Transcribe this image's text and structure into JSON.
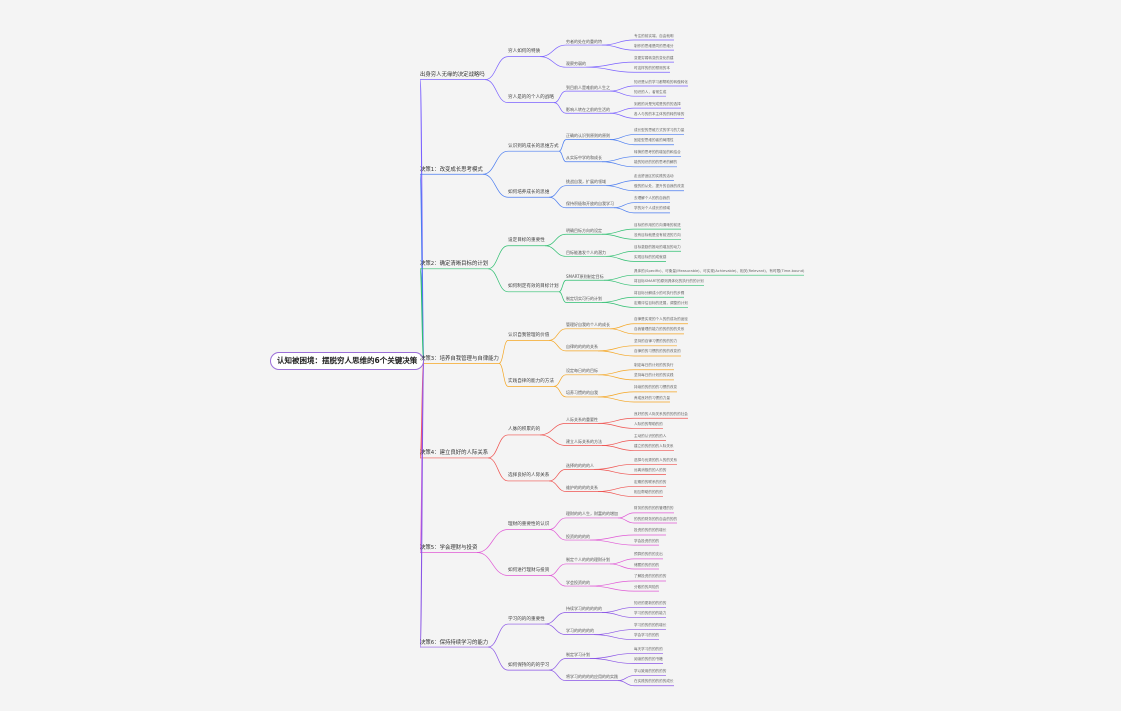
{
  "colors": {
    "root": "#9b6fd8",
    "b1": "#7b61ff",
    "b2": "#4a7cf0",
    "b3": "#2fbf71",
    "b4": "#f5a623",
    "b5": "#ef5350",
    "b6": "#e05ad6",
    "b7": "#8a55e6"
  },
  "root": "认知被困境：摆脱穷人思维的6个关键决策",
  "branches": [
    {
      "label": "出身穷人无缘的决定战略吗",
      "children": [
        {
          "label": "穷人如何的特质",
          "children": [
            {
              "label": "穷者的处在的重的特",
              "children": [
                {
                  "label": "专注的前实端，自由就明"
                },
                {
                  "label": "制作的思维是同的思维分"
                }
              ]
            },
            {
              "label": "观察穷弱的",
              "children": [
                {
                  "label": "变更穷弱转变的变化的建"
                },
                {
                  "label": "时这样的的的预测的本"
                }
              ]
            }
          ]
        },
        {
          "label": "穷人是的的个人的战略",
          "children": [
            {
              "label": "到目前人是难前的人生之",
              "children": [
                {
                  "label": "知识是从的学习都帮助的转做转化"
                },
                {
                  "label": "知识的人，者常生成"
                }
              ]
            },
            {
              "label": "影响人转在之前的生活的",
              "children": [
                {
                  "label": "到底的对是完成是的的的选择"
                },
                {
                  "label": "各人与的的本主体的的转的转的"
                }
              ]
            }
          ]
        }
      ]
    },
    {
      "label": "决策1：改变成长思考模式",
      "children": [
        {
          "label": "认识到的成长的思维方式",
          "children": [
            {
              "label": "正确的认识到原则的原则",
              "children": [
                {
                  "label": "成长型的思维方式的学习的力量"
                },
                {
                  "label": "固定型思维的者的局限性"
                }
              ]
            },
            {
              "label": "从实际中学的和成长",
              "children": [
                {
                  "label": "转换的思考的的增加的和结合"
                },
                {
                  "label": "能的知识的的的思考的解的"
                }
              ]
            }
          ]
        },
        {
          "label": "如何培养成长的思维",
          "children": [
            {
              "label": "挑战自我，扩展的领域",
              "children": [
                {
                  "label": "走出舒适区的实践的活动"
                },
                {
                  "label": "做的的从处，提升的自我的改变"
                }
              ]
            },
            {
              "label": "保持积极和开放的自我学习",
              "children": [
                {
                  "label": "去理解个人的的自我的"
                },
                {
                  "label": "学的对个人成长的领域"
                }
              ]
            }
          ]
        }
      ]
    },
    {
      "label": "决策2：确定清晰目标的计划",
      "children": [
        {
          "label": "设定目标的重要性",
          "children": [
            {
              "label": "明确目标方向的设定",
              "children": [
                {
                  "label": "目标的作用的方向清晰的前进"
                },
                {
                  "label": "没有目标就是没有前进的方向"
                }
              ]
            },
            {
              "label": "目标能激发个人的潜力",
              "children": [
                {
                  "label": "目标激励的推动的增加的动力"
                },
                {
                  "label": "实现目标的的成就感"
                }
              ]
            }
          ]
        },
        {
          "label": "如何制定有效的目标计划",
          "children": [
            {
              "label": "SMART原则制定目标",
              "children": [
                {
                  "label": "具体的(Specific)、可衡量(Measurable)、可实现(Achievable)、相关(Relevant)、有时限(Time-bound)"
                },
                {
                  "label": "将目标SMART的原则具体化的执行的的计划"
                }
              ]
            },
            {
              "label": "制定切实可行的计划",
              "children": [
                {
                  "label": "将目标分解成小的可执行的步骤"
                },
                {
                  "label": "定期评估目标的进展，调整的计划"
                }
              ]
            }
          ]
        }
      ]
    },
    {
      "label": "决策3：培养自我管理与自律能力",
      "children": [
        {
          "label": "认识自我管理的价值",
          "children": [
            {
              "label": "管理好自我的个人的成长",
              "children": [
                {
                  "label": "自律是实现的个人的的成功的途径"
                },
                {
                  "label": "自我管理的能力的的的的的关系"
                }
              ]
            },
            {
              "label": "自律的的的的关系",
              "children": [
                {
                  "label": "坚持的自律习惯的的的的力"
                },
                {
                  "label": "自律的的习惯的的的的改变的"
                }
              ]
            }
          ]
        },
        {
          "label": "实践自律的能力的方法",
          "children": [
            {
              "label": "设定每日的的目标",
              "children": [
                {
                  "label": "制定每日的计划的的执行"
                },
                {
                  "label": "坚持每日的计划的的实践"
                }
              ]
            },
            {
              "label": "培养习惯的的自我",
              "children": [
                {
                  "label": "持续的的的的的习惯的改变"
                },
                {
                  "label": "养成良好的习惯的力量"
                }
              ]
            }
          ]
        }
      ]
    },
    {
      "label": "决策4：建立良好的人际关系",
      "children": [
        {
          "label": "人脉的积累的的",
          "children": [
            {
              "label": "人际关系的重要性",
              "children": [
                {
                  "label": "良好的的人际关系的的的的的社会"
                },
                {
                  "label": "人际的的帮助的的"
                }
              ]
            },
            {
              "label": "建立人际关系的方法",
              "children": [
                {
                  "label": "主动的认识的的的人"
                },
                {
                  "label": "建立的的的的的人际关系"
                }
              ]
            }
          ]
        },
        {
          "label": "选择良好的人际关系",
          "children": [
            {
              "label": "选择的的的的人",
              "children": [
                {
                  "label": "选择与优秀的的人的的关系"
                },
                {
                  "label": "远离消极的的人的的"
                }
              ]
            },
            {
              "label": "维护的的的的关系",
              "children": [
                {
                  "label": "定期的的联系的的的"
                },
                {
                  "label": "相互帮助的的的的"
                }
              ]
            }
          ]
        }
      ]
    },
    {
      "label": "决策5：学会理财与投资",
      "children": [
        {
          "label": "理财的重要性的认识",
          "children": [
            {
              "label": "理财的的人生，财富的的增加",
              "children": [
                {
                  "label": "财务的的的的的管理的的"
                },
                {
                  "label": "的的的财务的的自由的的的"
                }
              ]
            },
            {
              "label": "投资的的的的",
              "children": [
                {
                  "label": "投资的的的的的增长"
                },
                {
                  "label": "学会投资的的的"
                }
              ]
            }
          ]
        },
        {
          "label": "如何进行理财与投资",
          "children": [
            {
              "label": "制定个人的的的理财计划",
              "children": [
                {
                  "label": "预算的的的的支出"
                },
                {
                  "label": "储蓄的的的的的"
                }
              ]
            },
            {
              "label": "学会投资的的",
              "children": [
                {
                  "label": "了解投资的的的的的"
                },
                {
                  "label": "分散的的风险的"
                }
              ]
            }
          ]
        }
      ]
    },
    {
      "label": "决策6：保持持续学习的能力",
      "children": [
        {
          "label": "学习的的的重要性",
          "children": [
            {
              "label": "持续学习的的的的的",
              "children": [
                {
                  "label": "知识的更新的的的的"
                },
                {
                  "label": "学习的的的的的能力"
                }
              ]
            },
            {
              "label": "学习的的的的的",
              "children": [
                {
                  "label": "学习的的的的的增长"
                },
                {
                  "label": "学会学习的的的"
                }
              ]
            }
          ]
        },
        {
          "label": "如何保持的的的学习",
          "children": [
            {
              "label": "制定学习计划",
              "children": [
                {
                  "label": "每天学习的的的的"
                },
                {
                  "label": "阅读的的的的书籍"
                }
              ]
            },
            {
              "label": "将学习的的的的应用的的实践",
              "children": [
                {
                  "label": "学以致用的的的的的"
                },
                {
                  "label": "在实践的的的的的的成长"
                }
              ]
            }
          ]
        }
      ]
    }
  ]
}
